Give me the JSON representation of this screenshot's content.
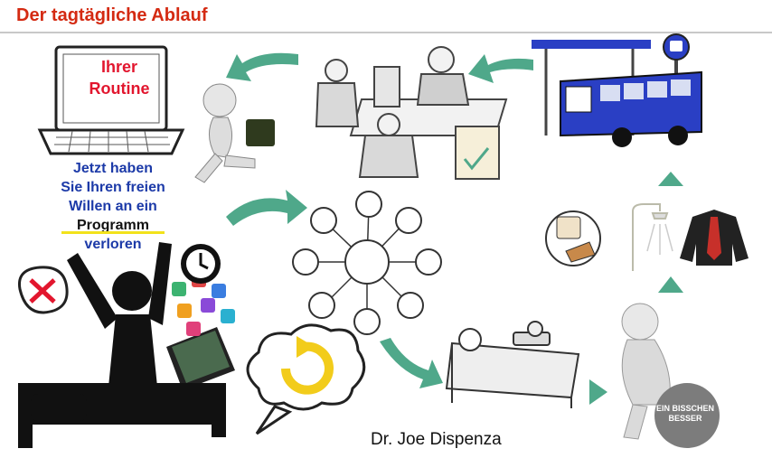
{
  "title": "Der tagtägliche Ablauf",
  "laptop_screen": {
    "line1": "Ihrer",
    "line2": "Routine"
  },
  "message": {
    "line1": "Jetzt haben",
    "line2": "Sie Ihren freien",
    "line3": "Willen an ein",
    "line4": "Programm",
    "line5": "verloren"
  },
  "credit": "Dr. Joe Dispenza",
  "badge": {
    "line1": "EIN BISSCHEN",
    "line2": "BESSER"
  },
  "colors": {
    "title_red": "#d42a12",
    "laptop_red": "#e2162e",
    "message_blue": "#1c3aa8",
    "arrow_green": "#4fa88a",
    "bus_blue": "#2a3fc4",
    "highlight_yellow": "#f2e21b"
  }
}
